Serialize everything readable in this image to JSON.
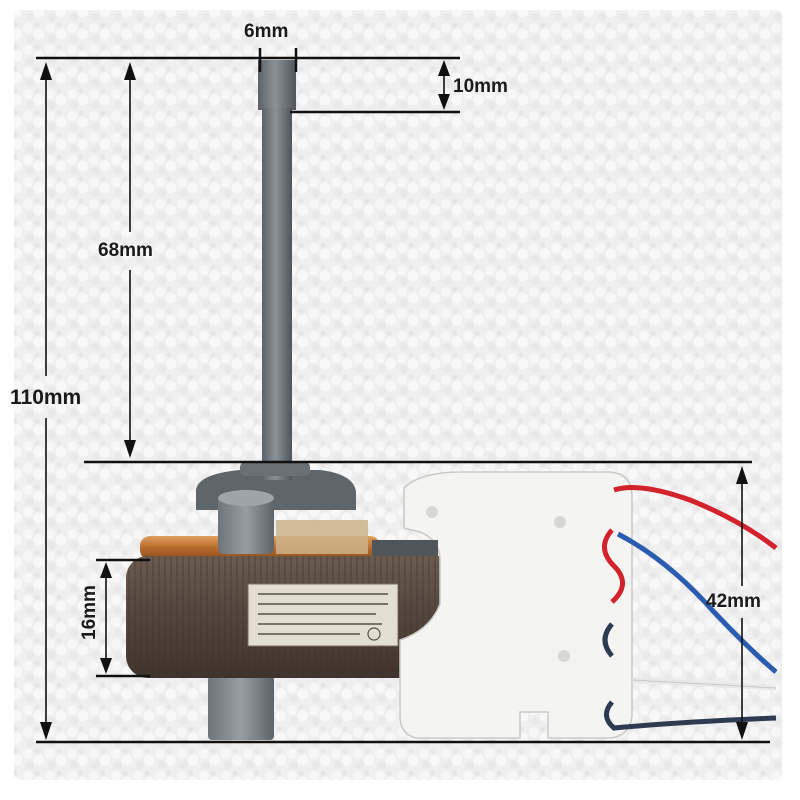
{
  "dimensions": {
    "shaft_diameter": "6mm",
    "flat_length": "10mm",
    "shaft_length": "68mm",
    "total_height": "110mm",
    "core_thickness": "16mm",
    "body_height": "42mm"
  },
  "colors": {
    "background": "#f1f1f1",
    "dimension_line": "#111111",
    "shaft": "#6f767c",
    "coil_core": "#5a4a40",
    "copper": "#c77a3a",
    "terminal_block": "#f4f4f2",
    "wire_red": "#d2222b",
    "wire_blue": "#2a5db0",
    "wire_white": "#e8e8e8",
    "wire_dark": "#2d3b52"
  }
}
